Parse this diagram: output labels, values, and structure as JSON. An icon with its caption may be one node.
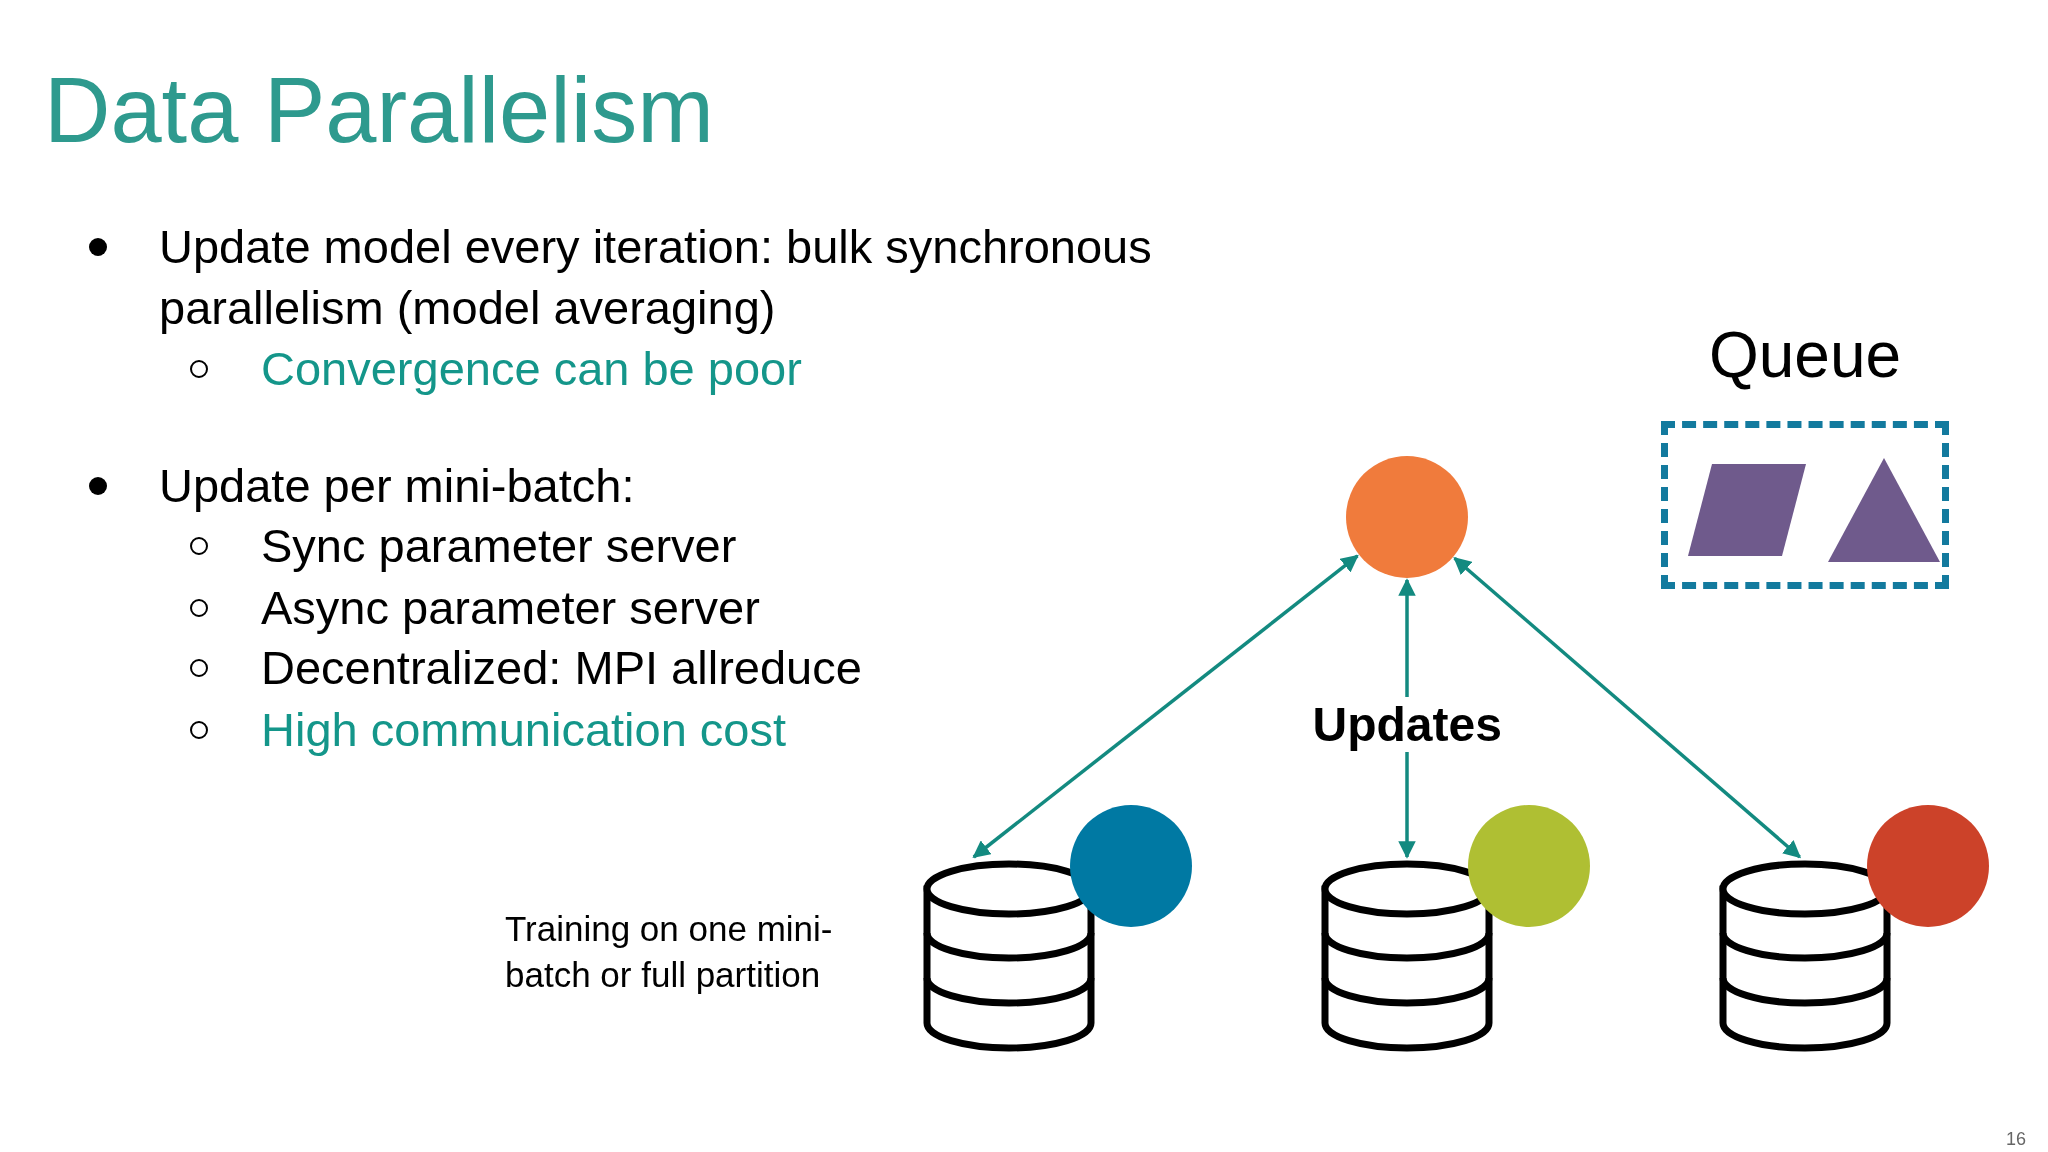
{
  "diagram": {
    "title": "Data Parallelism",
    "nodes": [
      {
        "text": [],
        "shape": "circle"
      },
      {
        "text": [],
        "shape": "cylinder"
      },
      {
        "text": [],
        "shape": "circle"
      },
      {
        "text": [],
        "shape": "cylinder"
      },
      {
        "text": [],
        "shape": "circle"
      },
      {
        "text": [],
        "shape": "cylinder"
      },
      {
        "text": [],
        "shape": "circle"
      },
      {
        "text": [
          "Queue"
        ]
      },
      {
        "text": [],
        "shape": "parallelogram",
        "in": 7
      },
      {
        "text": [],
        "shape": "triangle",
        "in": 7
      }
    ],
    "edges": [
      {
        "from": 0,
        "to": 1,
        "arrow": "both"
      },
      {
        "from": 0,
        "to": 3,
        "arrow": "both",
        "label": "Updates"
      },
      {
        "from": 0,
        "to": 5,
        "arrow": "both"
      }
    ],
    "labels": [
      "Update model every iteration: bulk synchronous parallelism (model averaging)",
      "Convergence can be poor",
      "Update per mini-batch:",
      "Sync parameter server",
      "Async parameter server",
      "Decentralized: MPI allreduce",
      "High communication cost",
      "Training on one mini-batch or full partition",
      "16"
    ]
  }
}
